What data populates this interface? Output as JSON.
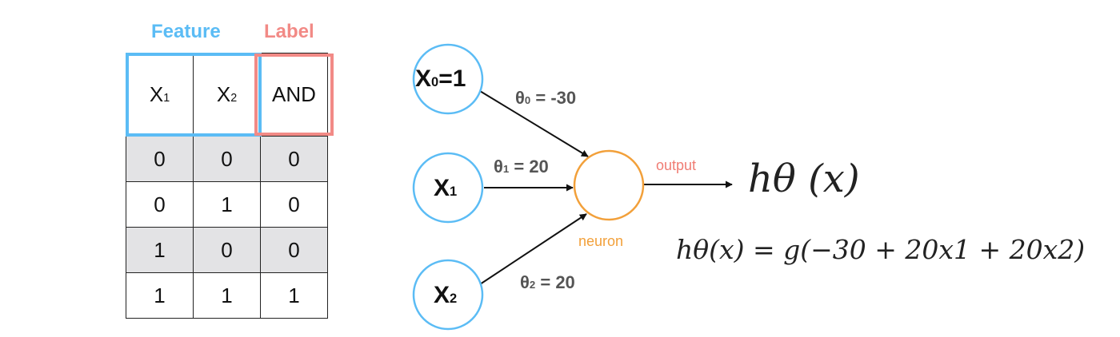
{
  "header": {
    "feature": "Feature",
    "label": "Label"
  },
  "table": {
    "header": [
      {
        "main": "X",
        "sub": "1"
      },
      {
        "main": "X",
        "sub": "2"
      },
      {
        "main": "AND",
        "sub": ""
      }
    ],
    "rows": [
      [
        "0",
        "0",
        "0"
      ],
      [
        "0",
        "1",
        "0"
      ],
      [
        "1",
        "0",
        "0"
      ],
      [
        "1",
        "1",
        "1"
      ]
    ]
  },
  "network": {
    "x0": {
      "main": "X",
      "sub": "0",
      "rest": "=1"
    },
    "x1": {
      "main": "X",
      "sub": "1"
    },
    "x2": {
      "main": "X",
      "sub": "2"
    },
    "w0": {
      "main": "θ",
      "sub": "0",
      "rest": " = -30"
    },
    "w1": {
      "main": "θ",
      "sub": "1",
      "rest": " = 20"
    },
    "w2": {
      "main": "θ",
      "sub": "2",
      "rest": " = 20"
    },
    "output_caption": "output",
    "neuron_caption": "neuron",
    "hypothesis": "hθ (x)",
    "formula": "hθ(x) = g(−30 + 20x1 + 20x2)"
  },
  "colors": {
    "feature": "#5bbcf5",
    "label": "#f28a86",
    "input_node": "#5bbcf5",
    "neuron": "#f2a03a",
    "output": "#f07c73"
  }
}
